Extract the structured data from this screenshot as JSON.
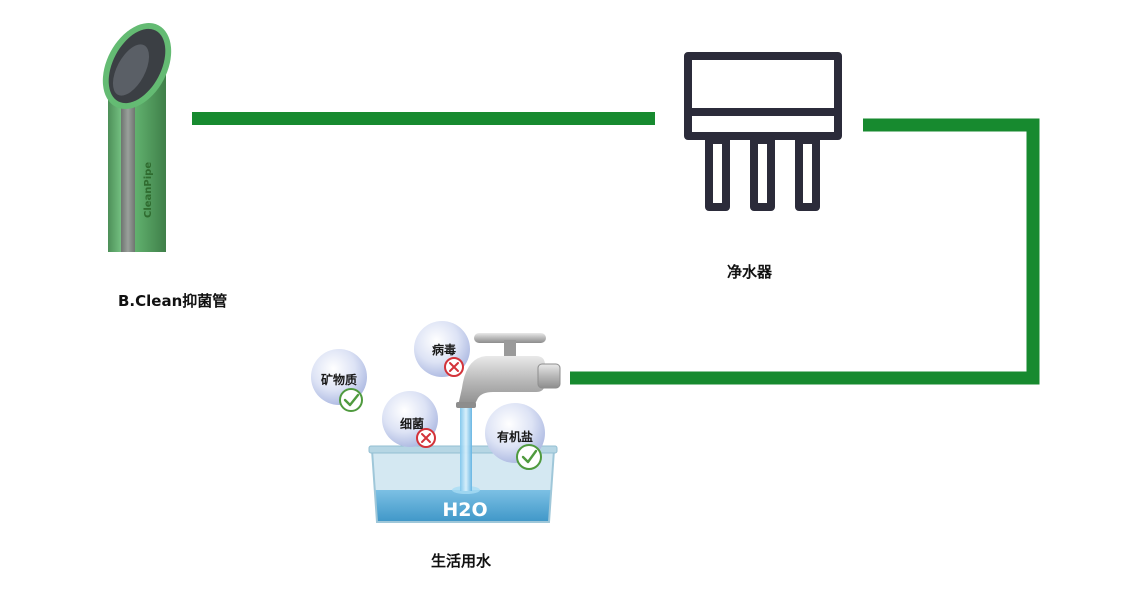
{
  "colors": {
    "connector_green": "#178a2f",
    "pipe_green": "#6cc07a",
    "pipe_body_grey": "#7f8680",
    "purifier_stroke": "#2b2b3a",
    "check_green": "#4f9a3e",
    "cross_red": "#d3333a",
    "water_blue": "#5aaed6",
    "bubble_fill": "#c9d2ee"
  },
  "nodes": {
    "pipe": {
      "label": "B.Clean抑菌管",
      "brand_text": "CleanPipe"
    },
    "purifier": {
      "label": "净水器"
    },
    "domestic_water": {
      "label": "生活用水",
      "tank_text": "H2O"
    }
  },
  "bubbles": [
    {
      "label": "矿物质",
      "status": "check",
      "status_icon": "check-icon"
    },
    {
      "label": "病毒",
      "status": "cross",
      "status_icon": "cross-icon"
    },
    {
      "label": "细菌",
      "status": "cross",
      "status_icon": "cross-icon"
    },
    {
      "label": "有机盐",
      "status": "check",
      "status_icon": "check-icon"
    }
  ]
}
